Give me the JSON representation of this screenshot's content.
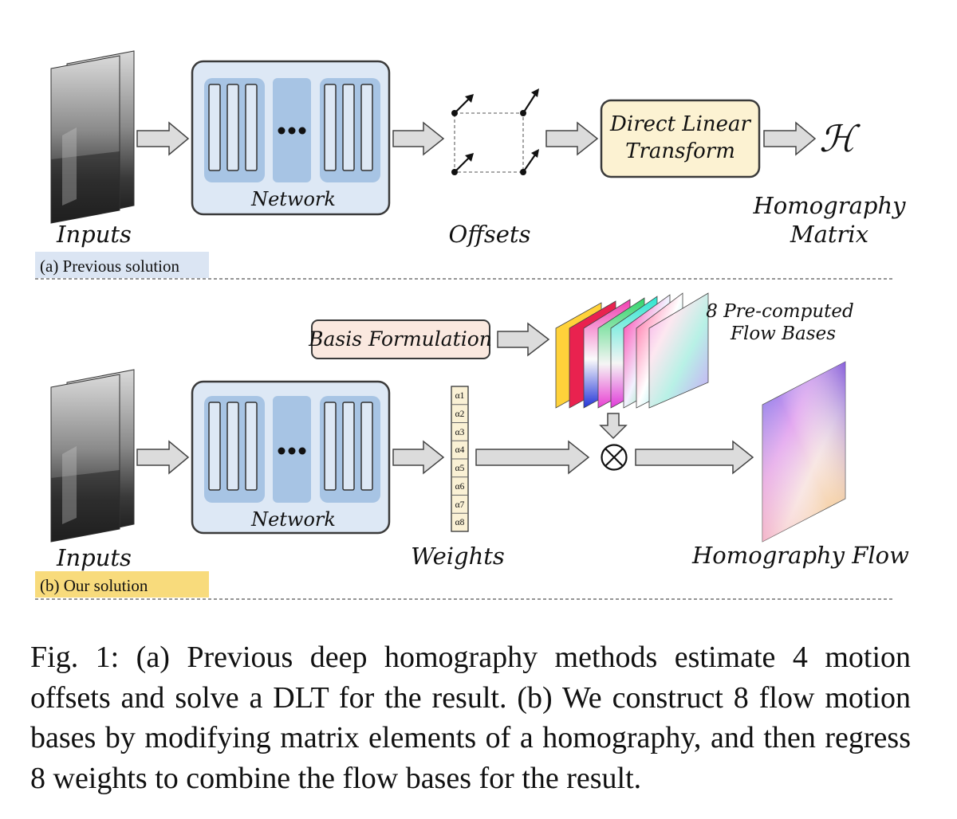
{
  "figure": {
    "panel_a": {
      "tag": "(a) Previous solution",
      "inputs_label": "Inputs",
      "network_label": "Network",
      "offsets_label": "Offsets",
      "dlt_line1": "Direct Linear",
      "dlt_line2": "Transform",
      "h_symbol": "ℋ",
      "homography_line1": "Homography",
      "homography_line2": "Matrix"
    },
    "panel_b": {
      "tag": "(b) Our solution",
      "inputs_label": "Inputs",
      "network_label": "Network",
      "basis_label": "Basis Formulation",
      "bases_line1": "8 Pre-computed",
      "bases_line2": "Flow Bases",
      "weights": [
        "α1",
        "α2",
        "α3",
        "α4",
        "α5",
        "α6",
        "α7",
        "α8"
      ],
      "weights_label": "Weights",
      "multiply_symbol": "⊗",
      "flow_label": "Homography Flow"
    },
    "colors": {
      "network_fill": "#dde8f5",
      "network_inner": "#a7c4e4",
      "dlt_fill": "#fcf2d2",
      "basis_fill": "#fae8df",
      "tag_a": "#dbe5f3",
      "tag_b": "#f8db7c",
      "weights_fill": "#faf1d5"
    }
  },
  "caption": "Fig. 1: (a) Previous deep homography methods estimate 4 motion offsets and solve a DLT for the result. (b) We construct 8 flow motion bases by modifying matrix elements of a homography, and then regress 8 weights to combine the flow bases for the result."
}
